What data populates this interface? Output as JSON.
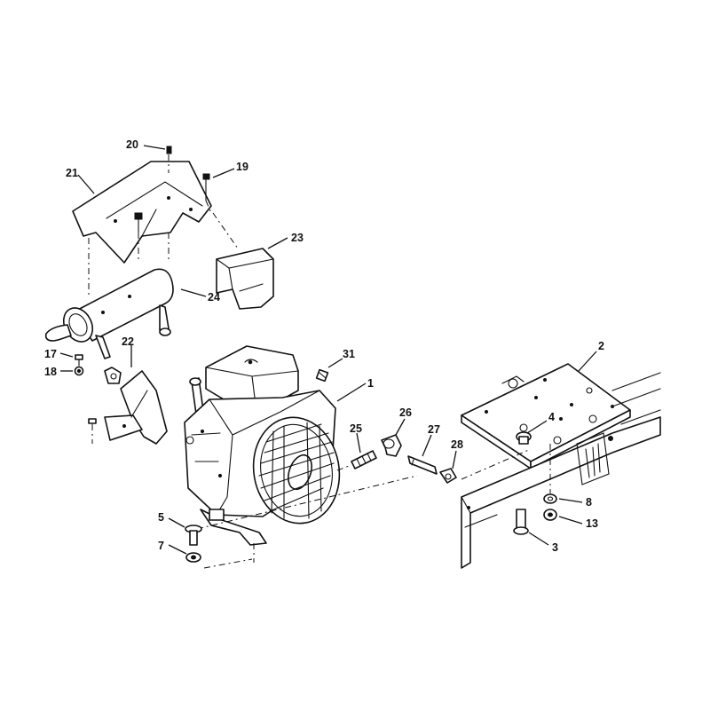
{
  "callouts": [
    {
      "id": "c20",
      "label": "20"
    },
    {
      "id": "c19",
      "label": "19"
    },
    {
      "id": "c21",
      "label": "21"
    },
    {
      "id": "c23",
      "label": "23"
    },
    {
      "id": "c24",
      "label": "24"
    },
    {
      "id": "c17",
      "label": "17"
    },
    {
      "id": "c18",
      "label": "18"
    },
    {
      "id": "c22",
      "label": "22"
    },
    {
      "id": "c31",
      "label": "31"
    },
    {
      "id": "c1",
      "label": "1"
    },
    {
      "id": "c26",
      "label": "26"
    },
    {
      "id": "c25",
      "label": "25"
    },
    {
      "id": "c27",
      "label": "27"
    },
    {
      "id": "c28",
      "label": "28"
    },
    {
      "id": "c2",
      "label": "2"
    },
    {
      "id": "c4",
      "label": "4"
    },
    {
      "id": "c8",
      "label": "8"
    },
    {
      "id": "c13",
      "label": "13"
    },
    {
      "id": "c3",
      "label": "3"
    },
    {
      "id": "c5",
      "label": "5"
    },
    {
      "id": "c7",
      "label": "7"
    }
  ]
}
